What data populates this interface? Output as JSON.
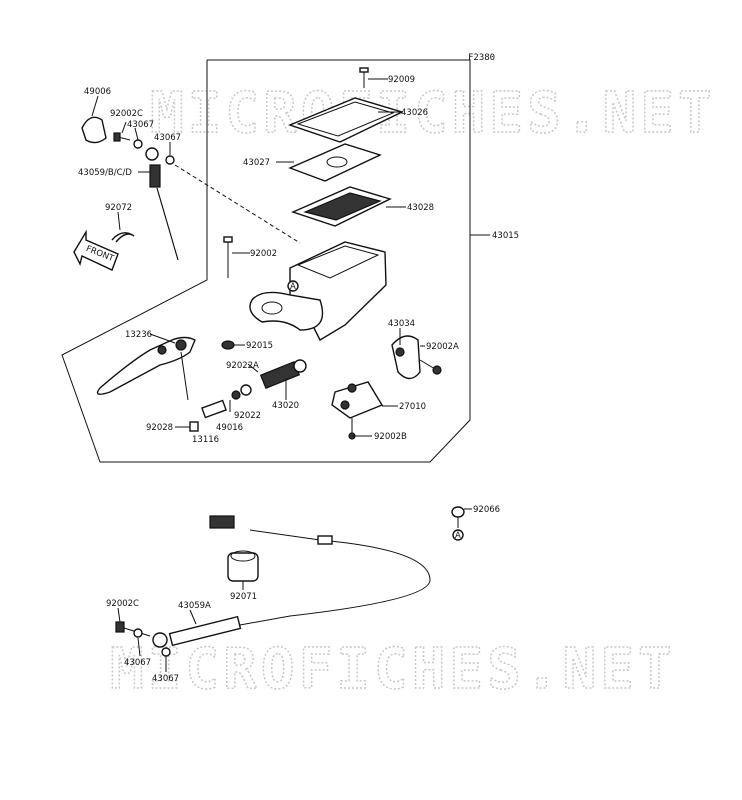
{
  "diagram_code": "F2380",
  "watermark": "MICROFICHES.NET",
  "front_label": "FRONT",
  "reference_mark": "A",
  "labels": {
    "p49006": "49006",
    "p92002C_top": "92002C",
    "p43067_a": "43067",
    "p43067_b": "43067",
    "p43059BCD": "43059/B/C/D",
    "p92072": "92072",
    "p92009": "92009",
    "p43026": "43026",
    "p43027": "43027",
    "p43028": "43028",
    "p43015": "43015",
    "p92002": "92002",
    "p13236": "13236",
    "p92015": "92015",
    "p43034": "43034",
    "p92002A": "92002A",
    "p92022A": "92022A",
    "p43020": "43020",
    "p27010": "27010",
    "p92022": "92022",
    "p92028": "92028",
    "p49016": "49016",
    "p13116": "13116",
    "p92002B": "92002B",
    "p92066": "92066",
    "p92071": "92071",
    "p92002C_bottom": "92002C",
    "p43059A": "43059A",
    "p43067_c": "43067",
    "p43067_d": "43067"
  }
}
